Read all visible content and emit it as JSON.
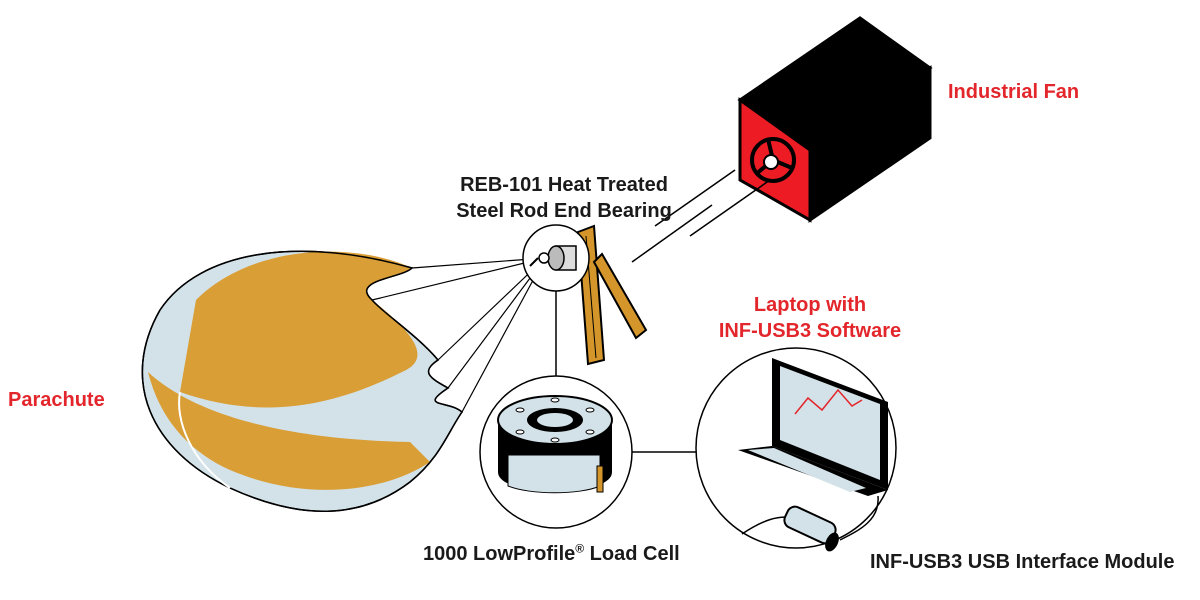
{
  "labels": {
    "industrial_fan": "Industrial Fan",
    "bearing_line1": "REB-101 Heat Treated",
    "bearing_line2": "Steel Rod End Bearing",
    "laptop_line1": "Laptop with",
    "laptop_line2": "INF-USB3 Software",
    "parachute": "Parachute",
    "load_cell_text": "1000 LowProfile",
    "load_cell_mark": "®",
    "load_cell_suffix": " Load Cell",
    "usb_module": "INF-USB3 USB Interface Module"
  },
  "colors": {
    "accent_red": "#e3262b",
    "fan_red": "#ed1c24",
    "parachute_gold": "#d99a2b",
    "parachute_blue": "#d3e2e8",
    "stand_gold": "#d4962a",
    "outline": "#000000"
  }
}
